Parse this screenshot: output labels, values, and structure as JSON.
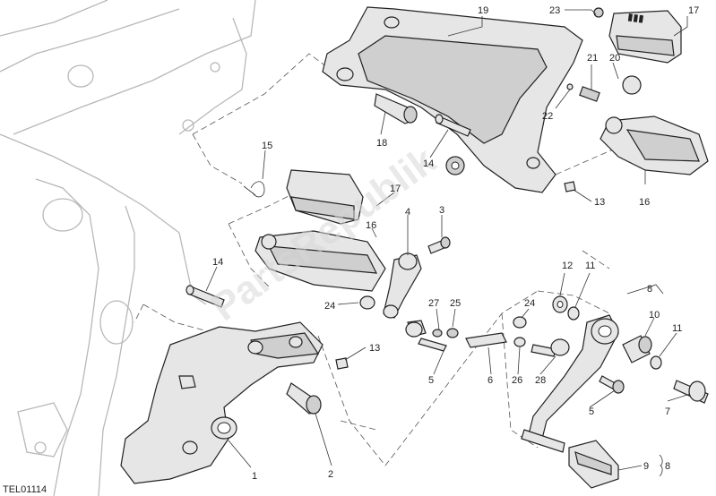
{
  "drawing_code": "TEL01114",
  "watermark": "PartsRepublik",
  "callouts": [
    {
      "id": "c1",
      "text": "1"
    },
    {
      "id": "c2",
      "text": "2"
    },
    {
      "id": "c3",
      "text": "3"
    },
    {
      "id": "c4",
      "text": "4"
    },
    {
      "id": "c5a",
      "text": "5"
    },
    {
      "id": "c5b",
      "text": "5"
    },
    {
      "id": "c5c",
      "text": "5"
    },
    {
      "id": "c6",
      "text": "6"
    },
    {
      "id": "c7",
      "text": "7"
    },
    {
      "id": "c8a",
      "text": "8"
    },
    {
      "id": "c8b",
      "text": "8"
    },
    {
      "id": "c9",
      "text": "9"
    },
    {
      "id": "c10",
      "text": "10"
    },
    {
      "id": "c11a",
      "text": "11"
    },
    {
      "id": "c11b",
      "text": "11"
    },
    {
      "id": "c12",
      "text": "12"
    },
    {
      "id": "c13a",
      "text": "13"
    },
    {
      "id": "c13b",
      "text": "13"
    },
    {
      "id": "c14a",
      "text": "14"
    },
    {
      "id": "c14b",
      "text": "14"
    },
    {
      "id": "c15",
      "text": "15"
    },
    {
      "id": "c16a",
      "text": "16"
    },
    {
      "id": "c16b",
      "text": "16"
    },
    {
      "id": "c17a",
      "text": "17"
    },
    {
      "id": "c17b",
      "text": "17"
    },
    {
      "id": "c18",
      "text": "18"
    },
    {
      "id": "c19",
      "text": "19"
    },
    {
      "id": "c20",
      "text": "20"
    },
    {
      "id": "c21",
      "text": "21"
    },
    {
      "id": "c22",
      "text": "22"
    },
    {
      "id": "c23",
      "text": "23"
    },
    {
      "id": "c24a",
      "text": "24"
    },
    {
      "id": "c24b",
      "text": "24"
    },
    {
      "id": "c25",
      "text": "25"
    },
    {
      "id": "c26",
      "text": "26"
    },
    {
      "id": "c27",
      "text": "27"
    },
    {
      "id": "c28",
      "text": "28"
    }
  ]
}
